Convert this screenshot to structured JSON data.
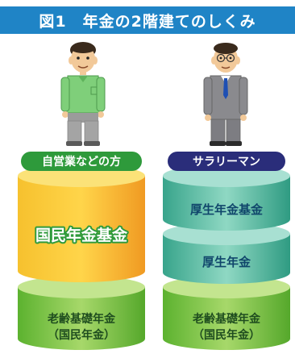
{
  "title": "図1　年金の2階建てのしくみ",
  "colors": {
    "title_bg": "#1f84c6",
    "green_label": "#2e9a3b",
    "navy_label": "#2a2d7a",
    "orange_top": "#f4cf3c",
    "orange_body": "#f2a32c",
    "teal_top": "#9fdccf",
    "teal_body": "#4bb59d",
    "lime_top": "#b7dd7c",
    "lime_body": "#6cbf3a"
  },
  "columns": [
    {
      "label": "自営業などの方",
      "person": "self-employed-worker",
      "tiers": [
        {
          "text": "国民年金基金",
          "style": "outlined"
        },
        {
          "lines": [
            "老齢基礎年金",
            "（国民年金）"
          ]
        }
      ]
    },
    {
      "label": "サラリーマン",
      "person": "salaried-employee",
      "tiers": [
        {
          "text": "厚生年金基金"
        },
        {
          "text": "厚生年金"
        },
        {
          "lines": [
            "老齢基礎年金",
            "（国民年金）"
          ]
        }
      ]
    }
  ]
}
